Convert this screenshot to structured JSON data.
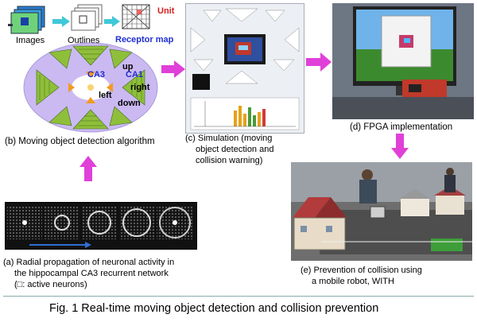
{
  "panels": {
    "a": {
      "caption_line1": "(a) Radial propagation of neuronal activity in",
      "caption_line2": "the hippocampal CA3 recurrent network",
      "caption_line3": "(□: active neurons)"
    },
    "b": {
      "caption": "(b) Moving object detection algorithm",
      "stage_images": "Images",
      "stage_outlines": "Outlines",
      "unit_label": "Unit",
      "receptor_map_label": "Receptor map",
      "ca3_label": "CA3",
      "ca1_label": "CA1",
      "dir_up": "up",
      "dir_right": "right",
      "dir_left": "left",
      "dir_down": "down"
    },
    "c": {
      "caption_line1": "(c) Simulation (moving",
      "caption_line2": "object detection and",
      "caption_line3": "collision warning)"
    },
    "d": {
      "caption": "(d) FPGA implementation"
    },
    "e": {
      "caption_line1": "(e) Prevention of collision using",
      "caption_line2": "a mobile robot, WITH"
    }
  },
  "figure_caption": "Fig. 1 Real-time moving object detection and collision prevention",
  "colors": {
    "pink_arrow": "#e040d8",
    "cyan_arrow": "#40c8d8",
    "ca_ring": "#c9b8f0",
    "receptor_label": "#1f2fd0",
    "unit_label": "#d02020"
  }
}
